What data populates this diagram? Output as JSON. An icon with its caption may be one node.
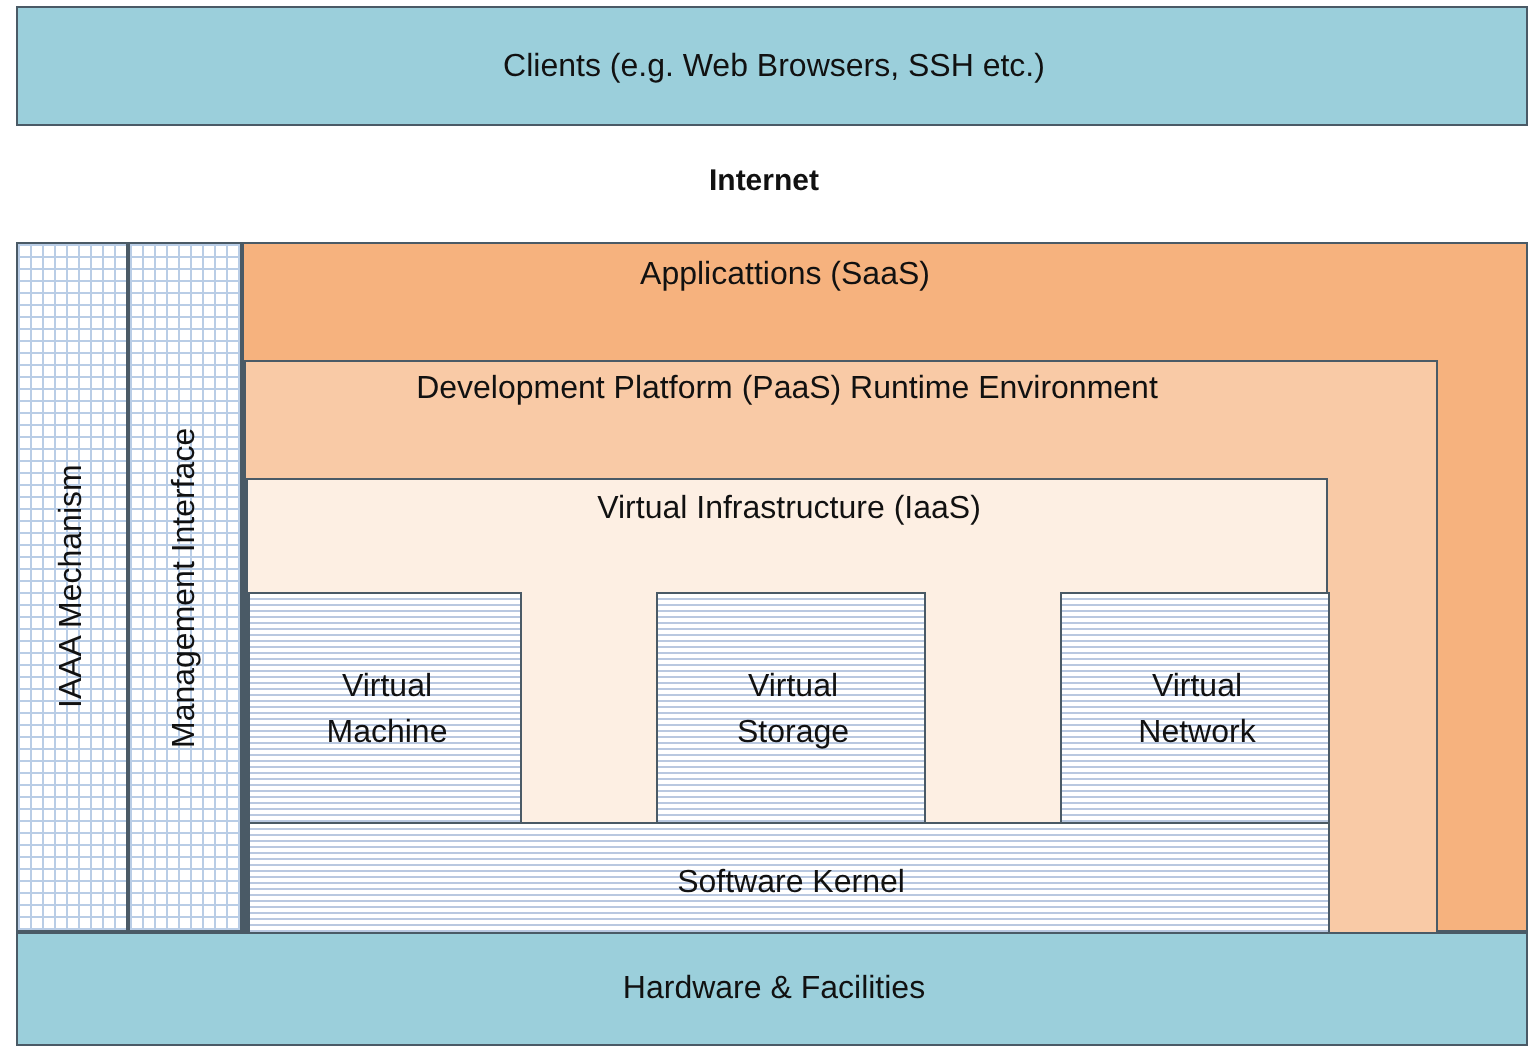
{
  "diagram": {
    "nodes": [
      {
        "text": [
          "Clients (e.g. Web Browsers, SSH etc.)"
        ]
      },
      {
        "text": [
          "IAAA Mechanism"
        ]
      },
      {
        "text": [
          "Management Interface"
        ]
      },
      {
        "text": [
          "Applicattions (SaaS)"
        ]
      },
      {
        "text": [
          "Development Platform (PaaS) Runtime Environment"
        ],
        "in": 3
      },
      {
        "text": [
          "Virtual Infrastructure (IaaS)"
        ],
        "in": 4
      },
      {
        "text": [
          "Virtual Machine"
        ],
        "in": 5
      },
      {
        "text": [
          "Virtual Storage"
        ],
        "in": 5
      },
      {
        "text": [
          "Virtual Network"
        ],
        "in": 5
      },
      {
        "text": [
          "Software Kernel"
        ],
        "in": 5
      },
      {
        "text": [
          "Hardware & Facilities"
        ]
      }
    ],
    "labels": [
      "Internet"
    ]
  }
}
